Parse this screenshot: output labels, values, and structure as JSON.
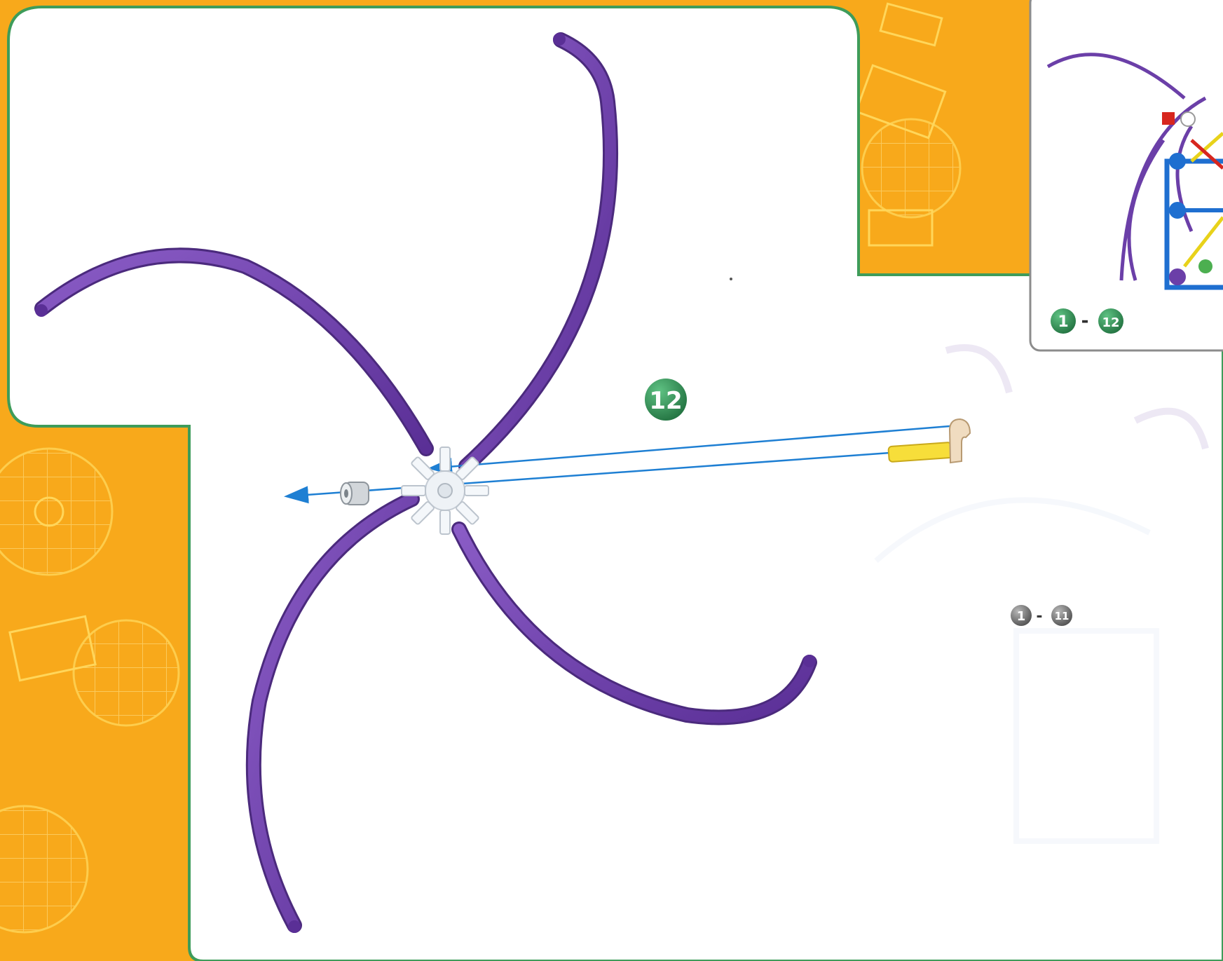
{
  "page": {
    "step_badge": "12",
    "overview_range": {
      "start": "1",
      "end": "12"
    },
    "previous_range": {
      "start": "1",
      "end": "11"
    },
    "range_separator": "-"
  },
  "colors": {
    "background": "#f8a91b",
    "panel": "#ffffff",
    "panel_border": "#3e9c5a",
    "rod": "#6b3fa8",
    "connector": "#e9eef3",
    "arrow": "#1e7fd3",
    "badge_green": "#2e8b4f",
    "badge_gray": "#7a7a7a"
  },
  "icons": {
    "rod": "purple-flexible-rod-icon",
    "connector": "white-snowflake-connector-icon",
    "spacer": "gray-spacer-icon",
    "clip": "tan-clip-icon",
    "yellow_rod": "yellow-rod-icon"
  }
}
